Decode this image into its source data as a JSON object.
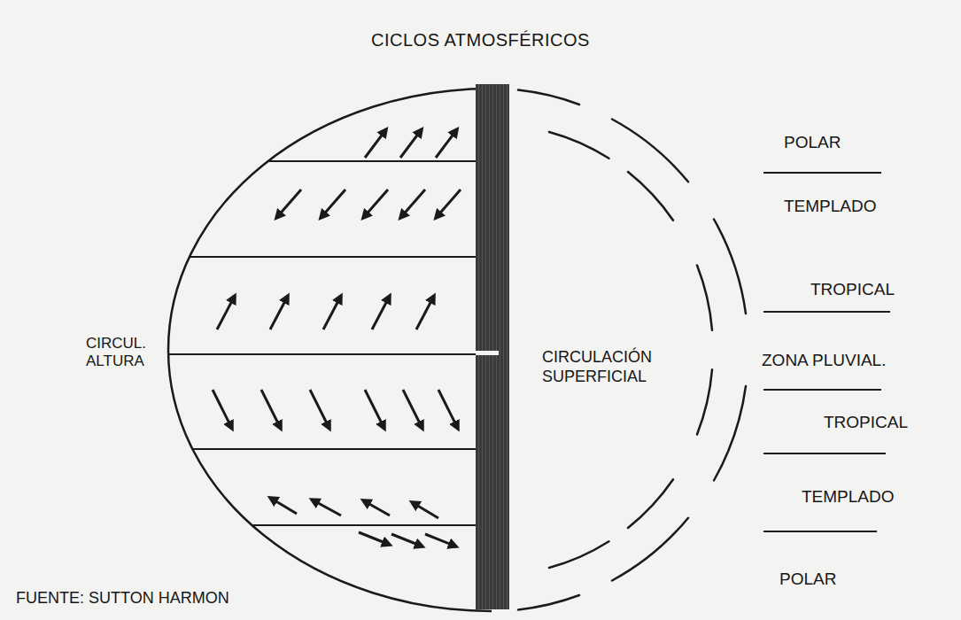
{
  "diagram": {
    "title": "CICLOS ATMOSFÉRICOS",
    "labels": [
      "POLAR",
      "TEMPLADO",
      "TROPICAL",
      "CIRCUL. ALTURA",
      "CIRCULACIÓN SUPERFICIAL",
      "ZONA PLUVIAL.",
      "TROPICAL",
      "TEMPLADO",
      "POLAR",
      "FUENTE: SUTTON HARMON"
    ]
  }
}
